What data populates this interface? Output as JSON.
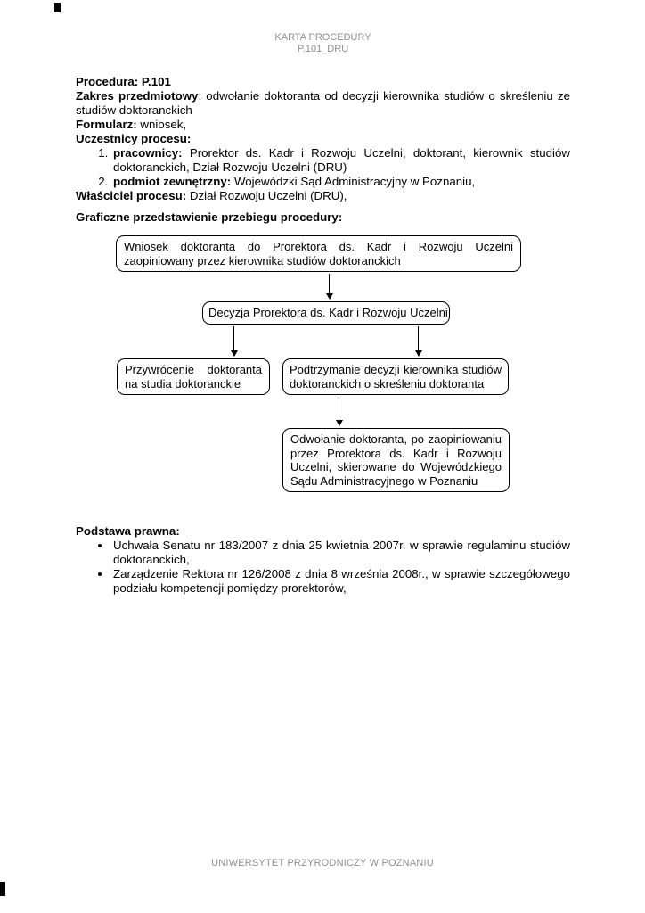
{
  "colors": {
    "muted_text": "#8e8e8e",
    "line": "#000000"
  },
  "header": {
    "title": "KARTA PROCEDURY",
    "subtitle": "P.101_DRU"
  },
  "doc": {
    "procedura": {
      "label": "Procedura:",
      "value": "P.101"
    },
    "zakres": {
      "label": "Zakres przedmiotowy",
      "value": ": odwołanie doktoranta od decyzji kierownika studiów o skreśleniu ze studiów doktoranckich"
    },
    "formularz": {
      "label": "Formularz:",
      "value": "wniosek,"
    },
    "uczestnicy_label": "Uczestnicy procesu:",
    "uczestnicy_items": [
      {
        "label": "pracownicy:",
        "value": "Prorektor ds. Kadr i Rozwoju Uczelni, doktorant, kierownik studiów doktoranckich, Dział Rozwoju Uczelni (DRU)"
      },
      {
        "label": "podmiot zewnętrzny:",
        "value": "Wojewódzki Sąd Administracyjny w Poznaniu,"
      }
    ],
    "wlasciciel": {
      "label": "Właściciel procesu:",
      "value": "Dział Rozwoju Uczelni (DRU),"
    },
    "diagram_heading": "Graficzne przedstawienie przebiegu procedury:"
  },
  "flowchart": {
    "nodes": [
      {
        "id": "wniosek",
        "text": "Wniosek doktoranta do Prorektora ds. Kadr i Rozwoju Uczelni zaopiniowany przez kierownika studiów doktoranckich"
      },
      {
        "id": "decyzja",
        "text": "Decyzja Prorektora ds. Kadr i Rozwoju Uczelni"
      },
      {
        "id": "przywrocenie",
        "text": "Przywrócenie doktoranta na studia doktoranckie"
      },
      {
        "id": "podtrzymanie",
        "text": "Podtrzymanie decyzji kierownika studiów doktoranckich o skreśleniu doktoranta"
      },
      {
        "id": "odwolanie",
        "text": "Odwołanie doktoranta, po zaopiniowaniu przez Prorektora ds. Kadr i Rozwoju Uczelni, skierowane do Wojewódzkiego Sądu Administracyjnego w Poznaniu"
      }
    ]
  },
  "legal": {
    "heading": "Podstawa prawna:",
    "items": [
      "Uchwała Senatu nr 183/2007 z dnia 25 kwietnia 2007r. w sprawie regulaminu studiów doktoranckich,",
      "Zarządzenie Rektora nr 126/2008 z dnia 8 września 2008r., w sprawie szczegółowego podziału kompetencji pomiędzy prorektorów,"
    ]
  },
  "footer": {
    "text": "UNIWERSYTET PRZYRODNICZY W POZNANIU"
  }
}
